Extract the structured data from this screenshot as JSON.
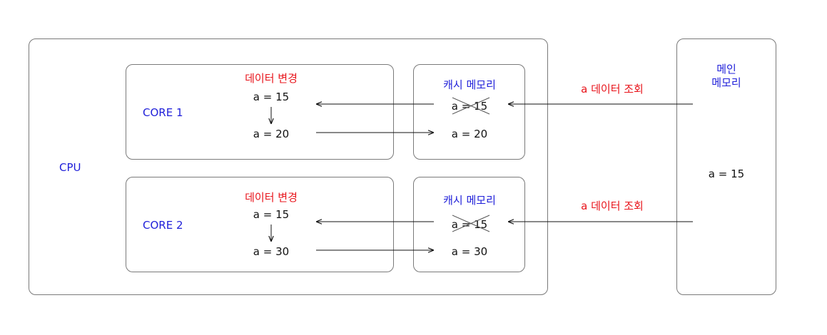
{
  "cpu": {
    "label": "CPU"
  },
  "main_memory": {
    "label_line1": "메인",
    "label_line2": "메모리",
    "value": "a = 15"
  },
  "cores": [
    {
      "label": "CORE 1",
      "change_title": "데이터 변경",
      "value_before": "a = 15",
      "value_after": "a = 20",
      "cache": {
        "title": "캐시 메모리",
        "old_value": "a = 15",
        "new_value": "a = 20"
      },
      "read_label": "a 데이터 조회"
    },
    {
      "label": "CORE 2",
      "change_title": "데이터 변경",
      "value_before": "a = 15",
      "value_after": "a = 30",
      "cache": {
        "title": "캐시 메모리",
        "old_value": "a = 15",
        "new_value": "a = 30"
      },
      "read_label": "a 데이터 조회"
    }
  ],
  "colors": {
    "highlight": "#e8141b",
    "label": "#1f1fd9",
    "border": "#7a7a7a"
  },
  "icons": [
    "arrow-left",
    "arrow-right",
    "arrow-down",
    "strike-x"
  ]
}
